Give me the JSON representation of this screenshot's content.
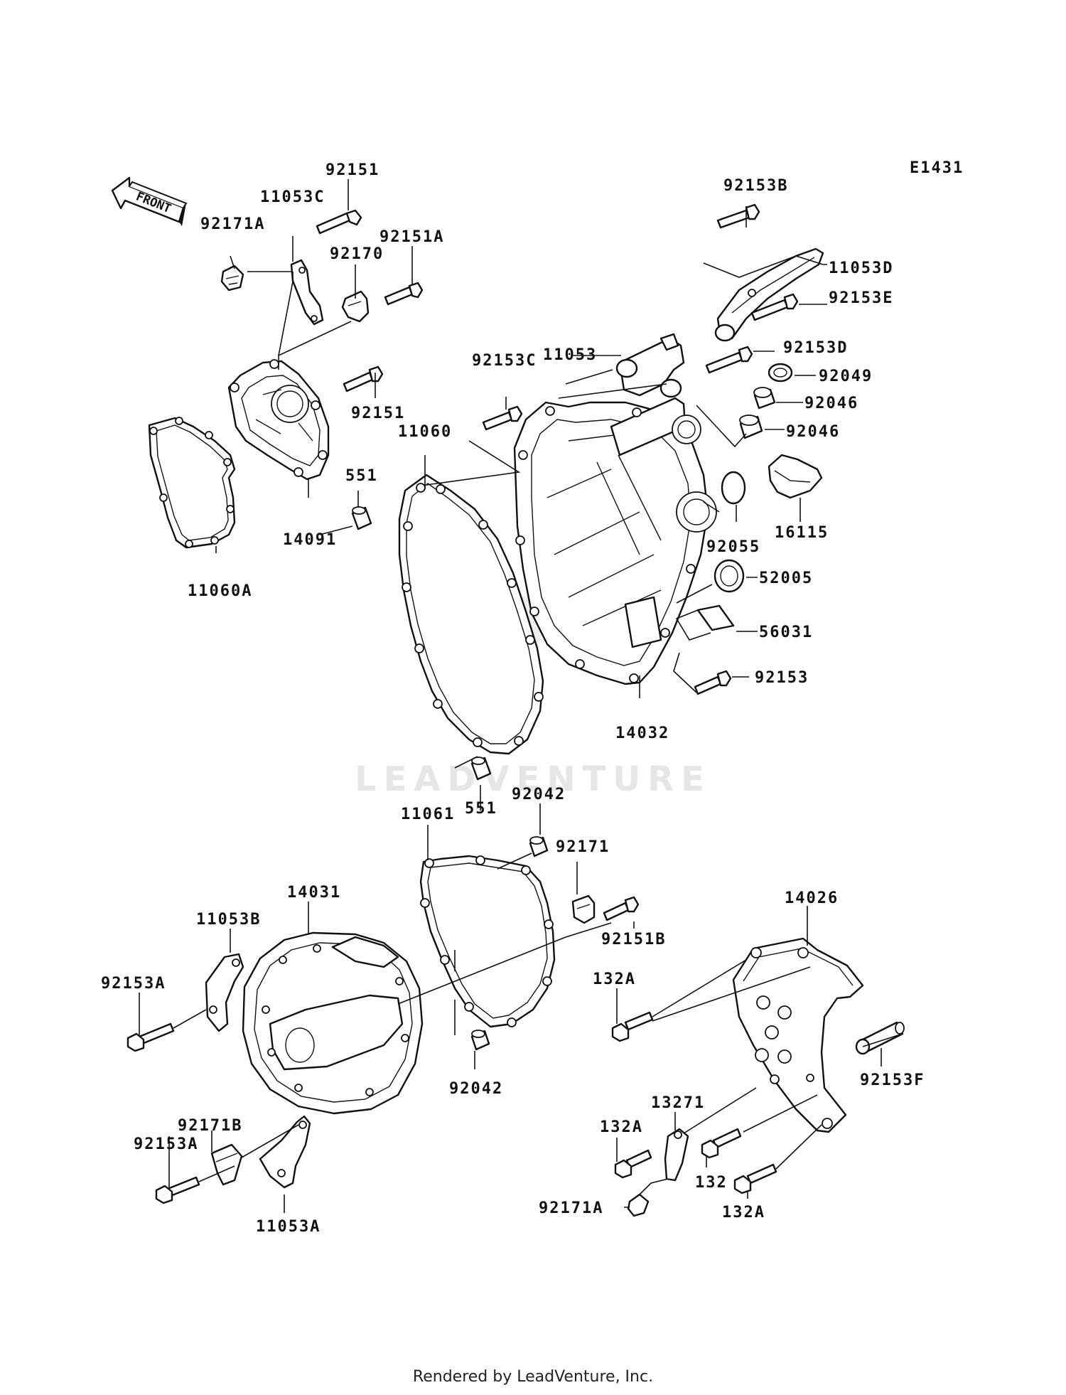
{
  "diagram_code": "E1431",
  "front_indicator": "FRONT",
  "watermark": "LEADVENTURE",
  "footer": "Rendered by LeadVenture, Inc.",
  "labels": {
    "p92151_top": "92151",
    "p11053C": "11053C",
    "p92171A_top": "92171A",
    "p92151A": "92151A",
    "p92170": "92170",
    "p92151_mid": "92151",
    "p14091": "14091",
    "p11060A": "11060A",
    "p551_top": "551",
    "p11060": "11060",
    "p92153C": "92153C",
    "p11053": "11053",
    "p92153B": "92153B",
    "p11053D": "11053D",
    "p92153E": "92153E",
    "p92153D": "92153D",
    "p92049": "92049",
    "p92046_a": "92046",
    "p92046_b": "92046",
    "p16115": "16115",
    "p92055": "92055",
    "p52005": "52005",
    "p56031": "56031",
    "p92153": "92153",
    "p14032": "14032",
    "p551_bot": "551",
    "p92042_top": "92042",
    "p11061": "11061",
    "p92171": "92171",
    "p92151B": "92151B",
    "p14031": "14031",
    "p11053B": "11053B",
    "p92153A_top": "92153A",
    "p92042_bot": "92042",
    "p14026": "14026",
    "p132A_top": "132A",
    "p92153F": "92153F",
    "p13271": "13271",
    "p132A_mid": "132A",
    "p92171B": "92171B",
    "p92153A_bot": "92153A",
    "p11053A": "11053A",
    "p132": "132",
    "p92171A_bot": "92171A",
    "p132A_bot": "132A"
  }
}
